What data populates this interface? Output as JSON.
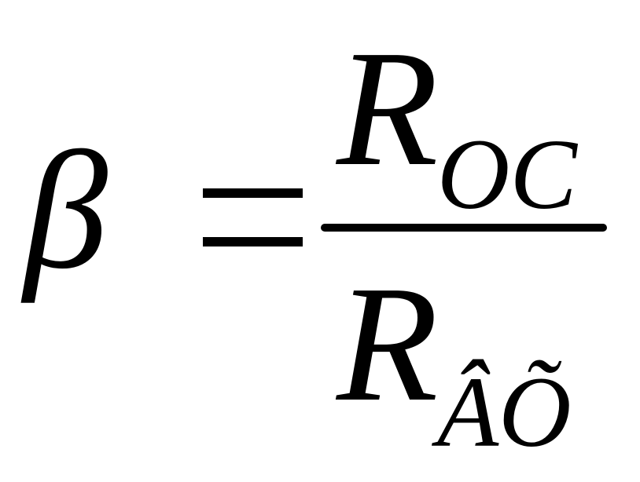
{
  "formula": {
    "lhs": "β",
    "numerator": {
      "symbol": "R",
      "subscript": "OC"
    },
    "denominator": {
      "symbol": "R",
      "subscript": "ÂÕ"
    }
  }
}
